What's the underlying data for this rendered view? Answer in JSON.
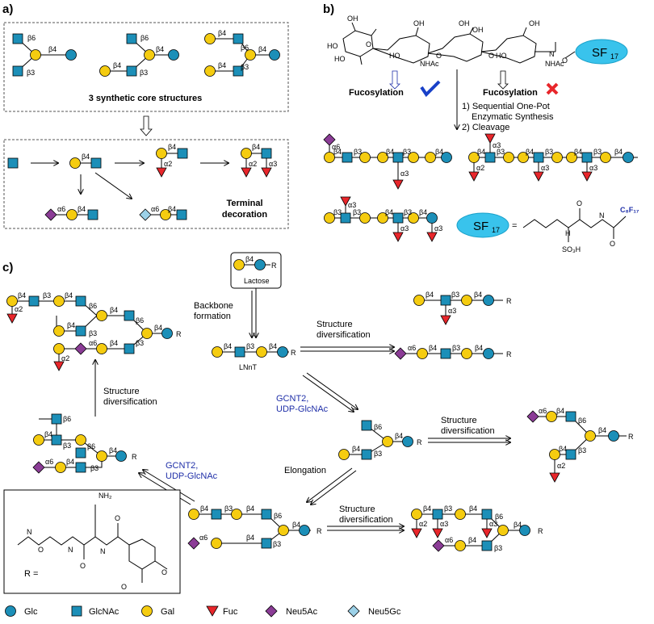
{
  "panels": {
    "a": "a)",
    "b": "b)",
    "c": "c)"
  },
  "panel_a": {
    "core_caption": "3 synthetic core structures",
    "terminal_caption_1": "Terminal",
    "terminal_caption_2": "decoration"
  },
  "panel_b": {
    "fucosylation_ok": "Fucosylation",
    "fucosylation_no": "Fucosylation",
    "step1a": "1) Sequential One-Pot",
    "step1b": "Enzymatic Synthesis",
    "step2": "2) Cleavage",
    "sf_label": "SF",
    "sf_sub": "17",
    "equals": "=",
    "nhac1": "NHAc",
    "nhac2": "NHAc",
    "so3h": "SO₃H",
    "c8f17": "C₈F₁₇"
  },
  "panel_c": {
    "lactose": "Lactose",
    "backbone1": "Backbone",
    "backbone2": "formation",
    "lnnt": "LNnT",
    "sd1a": "Structure",
    "sd1b": "diversification",
    "sd2a": "Structure",
    "sd2b": "diversification",
    "sd3a": "Structure",
    "sd3b": "diversification",
    "sd4a": "Structure",
    "sd4b": "diversification",
    "gcnt1a": "GCNT2,",
    "gcnt1b": "UDP-GlcNAc",
    "gcnt2a": "GCNT2,",
    "gcnt2b": "UDP-GlcNAc",
    "elongation": "Elongation",
    "r_eq": "R =",
    "nh2": "NH₂"
  },
  "legend": [
    {
      "name": "Glc",
      "shape": "circle",
      "color": "#1c8fb8"
    },
    {
      "name": "GlcNAc",
      "shape": "square",
      "color": "#1c8fb8"
    },
    {
      "name": "Gal",
      "shape": "circle",
      "color": "#f5cc10"
    },
    {
      "name": "Fuc",
      "shape": "triangle",
      "color": "#e8262b"
    },
    {
      "name": "Neu5Ac",
      "shape": "diamond",
      "color": "#8b3c96"
    },
    {
      "name": "Neu5Gc",
      "shape": "diamond",
      "color": "#9cd1e8"
    }
  ]
}
